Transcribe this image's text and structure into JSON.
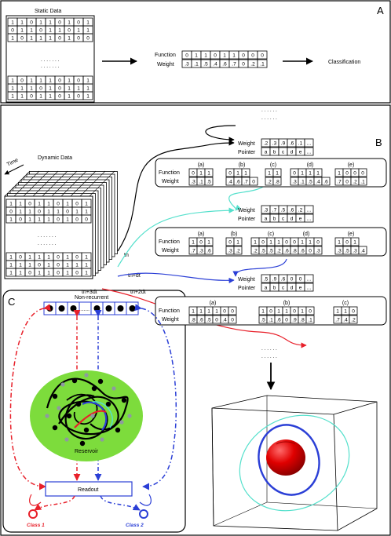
{
  "panels": {
    "a": "A",
    "b": "B",
    "c": "C"
  },
  "panel_a": {
    "static_title": "Static Data",
    "top_rows": [
      "1 1 0 1 1 0 1 0 1",
      "0 1 1 0 1 1 0 1 1",
      "1 0 1 1 1 0 1 0 0"
    ],
    "dots": ". . . . . . .",
    "bottom_rows": [
      "1 0 1 1 1 0 1 0 1",
      "1 1 1 0 1 0 1 1 1",
      "1 1 0 1 1 0 1 0 1"
    ],
    "function_label": "Function",
    "weight_label": "Weight",
    "function_values": [
      "0",
      "1",
      "1",
      "0",
      "1",
      "1",
      "0",
      "0",
      "0"
    ],
    "weight_values": [
      ".3",
      ".1",
      ".5",
      ".4",
      ".6",
      ".7",
      "0",
      ".2",
      ".1"
    ],
    "classification": "Classification"
  },
  "panel_b": {
    "dots_top": ". . . . . .",
    "dynamic_title": "Dynamic Data",
    "time_label": "Time",
    "grid_top_rows": [
      "1 1 0 1 1 0 1 0 1",
      "0 1 1 0 1 1 0 1 1",
      "1 0 1 1 1 0 1 0 0"
    ],
    "grid_bottom_rows": [
      "1 0 1 1 1 0 1 0 1",
      "1 1 1 0 1 0 1 1 1",
      "1 1 0 1 1 0 1 0 1"
    ],
    "time_points": [
      "tn",
      "tn+dt",
      "tn+2dt",
      "tn+3dt"
    ],
    "weight_label": "Weight",
    "pointer_label": "Pointer",
    "function_label": "Function",
    "pointer_values": [
      "a",
      "b",
      "c",
      "d",
      "e",
      "..."
    ],
    "wp_groups": [
      {
        "weights": [
          ".2",
          ".3",
          ".9",
          ".6",
          ".1",
          "..."
        ]
      },
      {
        "weights": [
          ".3",
          ".7",
          ".5",
          ".6",
          ".2",
          "..."
        ]
      },
      {
        "weights": [
          ".5",
          ".9",
          ".6",
          "0",
          "0",
          "..."
        ]
      }
    ],
    "groups": [
      {
        "items": [
          {
            "tag": "(a)",
            "function": [
              "0",
              "1",
              "1"
            ],
            "weight": [
              ".3",
              ".1",
              ".5"
            ]
          },
          {
            "tag": "(b)",
            "function": [
              "0",
              "1",
              "1"
            ],
            "weight": [
              ".4",
              ".6",
              ".7",
              "0"
            ]
          },
          {
            "tag": "(c)",
            "function": [
              "1",
              "1"
            ],
            "weight": [
              ".2",
              ".8"
            ]
          },
          {
            "tag": "(d)",
            "function": [
              "0",
              "1",
              "1",
              "1"
            ],
            "weight": [
              ".3",
              ".1",
              ".5",
              ".4",
              ".6"
            ]
          },
          {
            "tag": "(e)",
            "function": [
              "1",
              "0",
              "0",
              "0"
            ],
            "weight": [
              ".7",
              "0",
              ".2",
              ".1"
            ]
          }
        ]
      },
      {
        "items": [
          {
            "tag": "(a)",
            "function": [
              "1",
              "0",
              "1"
            ],
            "weight": [
              ".7",
              ".3",
              ".6"
            ]
          },
          {
            "tag": "(b)",
            "function": [
              "0",
              "1"
            ],
            "weight": [
              ".3",
              ".2"
            ]
          },
          {
            "tag": "(c)",
            "function": [
              "1",
              "0",
              "1",
              "1",
              "0"
            ],
            "weight": [
              ".2",
              ".5",
              ".5",
              ".2",
              ".6"
            ]
          },
          {
            "tag": "(d)",
            "function": [
              "0",
              "1",
              "1",
              "0"
            ],
            "weight": [
              ".8",
              ".6",
              "0",
              ".3"
            ]
          },
          {
            "tag": "(e)",
            "function": [
              "1",
              "0",
              "1"
            ],
            "weight": [
              ".3",
              ".5",
              ".3",
              ".4"
            ]
          }
        ]
      },
      {
        "items": [
          {
            "tag": "(a)",
            "function": [
              "1",
              "1",
              "1",
              "1",
              "0",
              "0"
            ],
            "weight": [
              ".8",
              ".6",
              ".5",
              "0",
              ".4",
              "0"
            ]
          },
          {
            "tag": "(b)",
            "function": [
              "1",
              "0",
              "1",
              "1",
              "0",
              "1",
              "0"
            ],
            "weight": [
              ".5",
              ".1",
              ".6",
              "0",
              ".9",
              ".8",
              ".1"
            ]
          },
          {
            "tag": "(c)",
            "function": [
              "1",
              "1",
              "0"
            ],
            "weight": [
              ".7",
              ".4",
              ".2"
            ]
          }
        ]
      }
    ],
    "dots_bottom": ". . . . . ."
  },
  "panel_c": {
    "non_recurrent": "Non-recurrent",
    "reservoir": "Reservoir",
    "readout": "Readout",
    "class1": "Class 1",
    "class2": "Class 2"
  },
  "colors": {
    "red": "#e8202a",
    "blue": "#2b3fd6",
    "cyan": "#55e0cc",
    "reservoir_fill": "#7ddc3c"
  }
}
